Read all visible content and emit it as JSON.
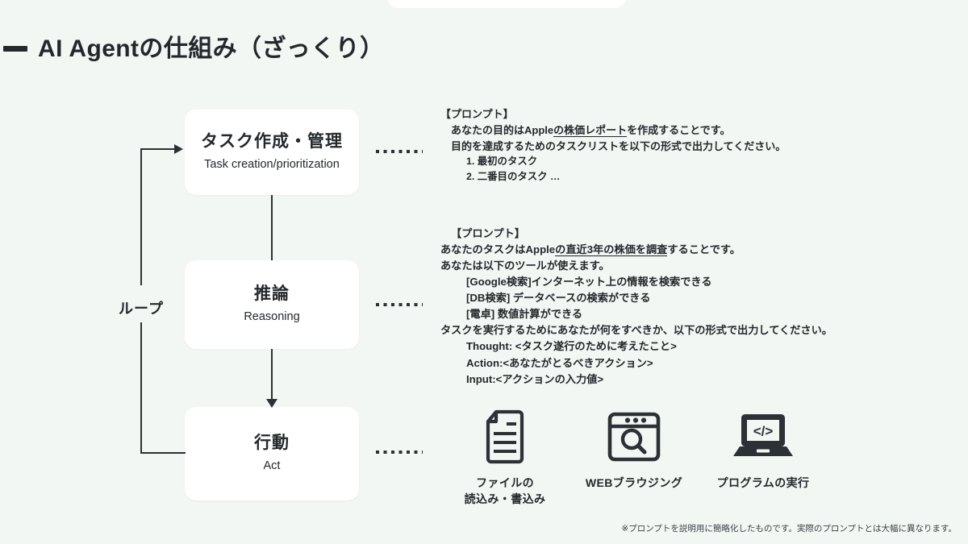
{
  "slide": {
    "background_color": "#f2f7f4",
    "ink_color": "#23282b",
    "title": "AI Agentの仕組み（ざっくり）",
    "footnote": "※プロンプトを説明用に簡略化したものです。実際のプロンプトとは大幅に異なります。"
  },
  "loop": {
    "label": "ループ"
  },
  "flow": {
    "boxes": [
      {
        "jp": "タスク作成・管理",
        "en": "Task creation/prioritization"
      },
      {
        "jp": "推論",
        "en": "Reasoning"
      },
      {
        "jp": "行動",
        "en": "Act"
      }
    ]
  },
  "prompts": [
    {
      "header": "【プロンプト】",
      "lines": [
        "あなたの目的はApple",
        "の株価レポート",
        "を作成することです。",
        "目的を達成するためのタスクリストを以下の形式で出力してください。",
        "1. 最初のタスク",
        "2. 二番目のタスク …"
      ]
    },
    {
      "header": "【プロンプト】",
      "lines": [
        "あなたのタスクはApple",
        "の直近3年の株価を調査",
        "することです。",
        "あなたは以下のツールが使えます。",
        "[Google検索]インターネット上の情報を検索できる",
        "[DB検索] データベースの検索ができる",
        "[電卓] 数値計算ができる",
        "タスクを実行するためにあなたが何をすべきか、以下の形式で出力してください。",
        "Thought: <タスク遂行のために考えたこと>",
        "Action:<あなたがとるべきアクション>",
        "Input:<アクションの入力値>"
      ]
    }
  ],
  "tools": [
    {
      "icon": "document-icon",
      "caption": "ファイルの\n読込み・書込み"
    },
    {
      "icon": "browser-search-icon",
      "caption": "WEBブラウジング"
    },
    {
      "icon": "laptop-code-icon",
      "caption": "プログラムの実行"
    }
  ]
}
